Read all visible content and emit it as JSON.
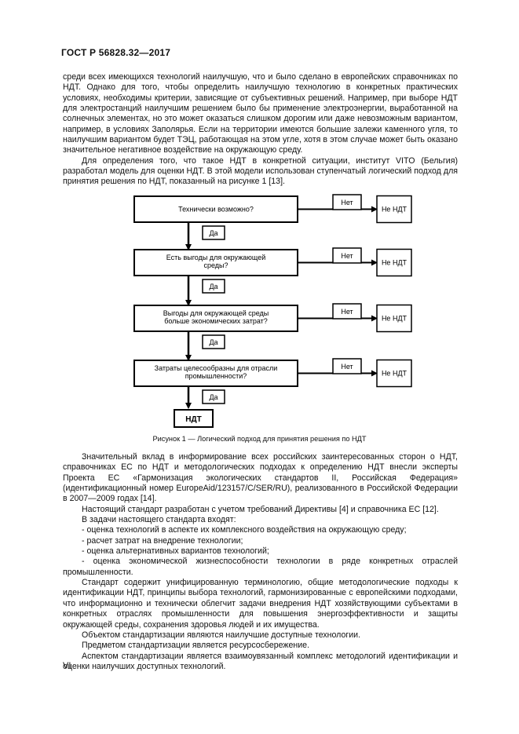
{
  "header": {
    "title": "ГОСТ Р 56828.32—2017"
  },
  "intro": {
    "p1": "среди всех имеющихся технологий наилучшую, что и было сделано в европейских справочниках по НДТ. Однако для того, чтобы определить наилучшую технологию в конкретных практических условиях, необходимы критерии, зависящие от субъективных решений. Например, при выборе НДТ для электростанций наилучшим решением было бы применение электроэнергии, выработанной на солнечных элементах, но это может оказаться слишком дорогим или даже невозможным вариантом, например, в условиях Заполярья. Если на территории имеются большие залежи каменного угля, то наилучшим вариантом будет ТЭЦ, работающая на этом угле, хотя в этом случае может быть оказано значительное негативное воздействие на окружающую среду.",
    "p2": "Для определения того, что такое НДТ в конкретной ситуации, институт VITO (Бельгия) разработал модель для оценки НДТ. В этой модели использован ступенчатый логический подход для принятия решения по НДТ, показанный на рисунке 1 [13]."
  },
  "figure": {
    "questions": [
      [
        "Технически возможно?"
      ],
      [
        "Есть выгоды для окружающей",
        "среды?"
      ],
      [
        "Выгоды для окружающей среды",
        "больше экономических затрат?"
      ],
      [
        "Затраты целесообразны для отрасли",
        "промышленности?"
      ]
    ],
    "no_label": "Нет",
    "yes_label": "Да",
    "not_bat_label": "Не НДТ",
    "result_label": "НДТ",
    "caption": "Рисунок 1 — Логический подход для принятия решения по НДТ"
  },
  "body": {
    "p3": "Значительный вклад в информирование всех российских заинтересованных сторон о НДТ, справочниках ЕС по НДТ и методологических подходах к определению НДТ внесли эксперты Проекта ЕС «Гармонизация экологических стандартов II, Российская Федерация» (идентификационный номер EuropeAid/123157/C/SER/RU), реализованного в Российской Федерации в 2007—2009 годах [14].",
    "p4": "Настоящий стандарт разработан с учетом требований Директивы [4] и справочника ЕС [12].",
    "p5": "В задачи настоящего стандарта входят:",
    "tasks": [
      "- оценка технологий в аспекте их комплексного воздействия на окружающую среду;",
      "- расчет затрат на внедрение технологии;",
      "- оценка альтернативных вариантов технологий;",
      "- оценка экономической жизнеспособности технологии в ряде конкретных отраслей промышленности."
    ],
    "p6": "Стандарт содержит унифицированную терминологию, общие методологические подходы к идентификации НДТ, принципы выбора технологий, гармонизированные с европейскими подходами, что информационно и технически облегчит задачи внедрения НДТ хозяйствующими субъектами в конкретных отраслях промышленности для повышения энергоэффективности и защиты окружающей среды, сохранения здоровья людей и их имущества.",
    "p7": "Объектом стандартизации являются наилучшие доступные технологии.",
    "p8": "Предметом стандартизации является ресурсосбережение.",
    "p9": "Аспектом стандартизации является взаимоувязанный комплекс методологий идентификации и оценки наилучших доступных технологий."
  },
  "footer": {
    "page_number": "VI"
  }
}
